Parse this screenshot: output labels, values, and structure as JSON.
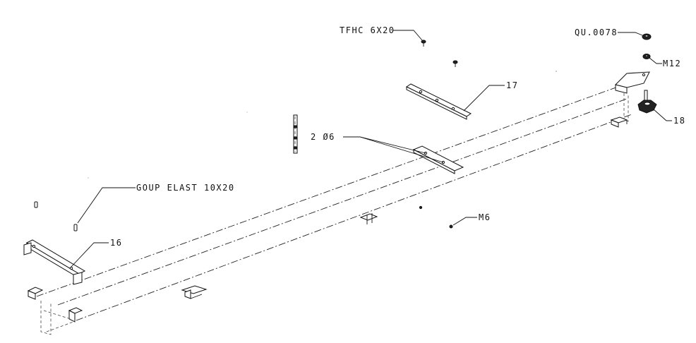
{
  "labels": {
    "screw": "TFHC 6X20",
    "cap": "QU.0078",
    "nut": "M12",
    "plate": "17",
    "knob": "18",
    "holes": "2 Ø6",
    "bumper": "GOUP ELAST 10X20",
    "bar": "16",
    "small_nut": "M6"
  },
  "colors": {
    "line": "#111111",
    "background": "#ffffff"
  }
}
